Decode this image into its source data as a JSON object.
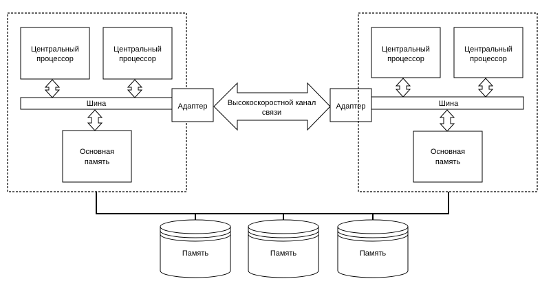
{
  "colors": {
    "stroke": "#000000",
    "fill": "#ffffff",
    "background": "#ffffff"
  },
  "left_node": {
    "cpu1": {
      "line1": "Центральный",
      "line2": "процессор"
    },
    "cpu2": {
      "line1": "Центральный",
      "line2": "процессор"
    },
    "bus": "Шина",
    "memory": {
      "line1": "Основная",
      "line2": "память"
    },
    "adapter": "Адаптер"
  },
  "right_node": {
    "cpu1": {
      "line1": "Центральный",
      "line2": "процессор"
    },
    "cpu2": {
      "line1": "Центральный",
      "line2": "процессор"
    },
    "bus": "Шина",
    "memory": {
      "line1": "Основная",
      "line2": "память"
    },
    "adapter": "Адаптер"
  },
  "channel": {
    "line1": "Высокоскоростной канал",
    "line2": "связи"
  },
  "shared_storage": [
    {
      "label": "Память"
    },
    {
      "label": "Память"
    },
    {
      "label": "Память"
    }
  ]
}
